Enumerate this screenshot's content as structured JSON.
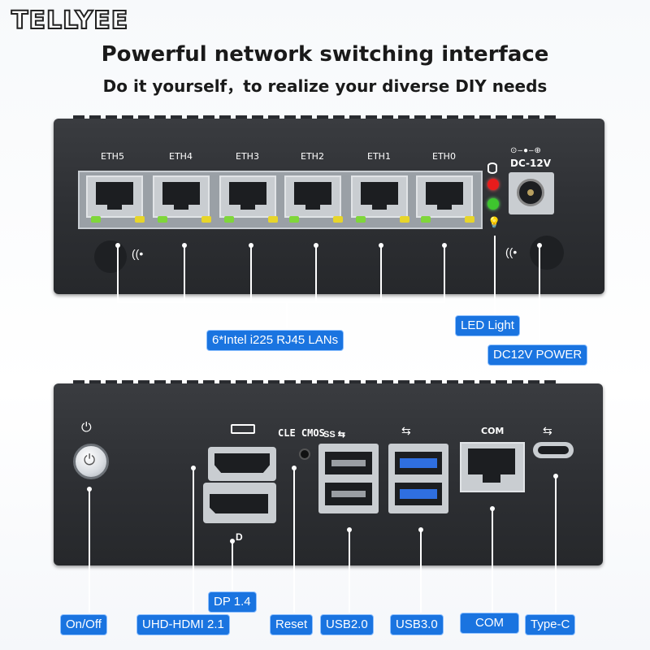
{
  "brand": "TELLYEE",
  "title": "Powerful network switching interface",
  "subtitle": "Do it yourself，to realize your diverse DIY needs",
  "top_panel": {
    "eth_labels": [
      "ETH5",
      "ETH4",
      "ETH3",
      "ETH2",
      "ETH1",
      "ETH0"
    ],
    "power_label": "DC-12V"
  },
  "bottom_panel": {
    "reset_label": "CLE CMOS",
    "ss_label": "SS",
    "com_label": "COM"
  },
  "callouts": {
    "lan": "6*Intel i225 RJ45 LANs",
    "led": "LED Light",
    "power": "DC12V POWER",
    "onoff": "On/Off",
    "hdmi": "UHD-HDMI 2.1",
    "dp": "DP 1.4",
    "reset": "Reset",
    "usb2": "USB2.0",
    "usb3": "USB3.0",
    "com": "COM",
    "typec": "Type-C"
  },
  "colors": {
    "callout_bg": "#1a74e0",
    "chassis": "#2e3034",
    "led_red": "#e81c1c",
    "led_green": "#3ec52e",
    "usb3_blue": "#2f6fe0"
  }
}
